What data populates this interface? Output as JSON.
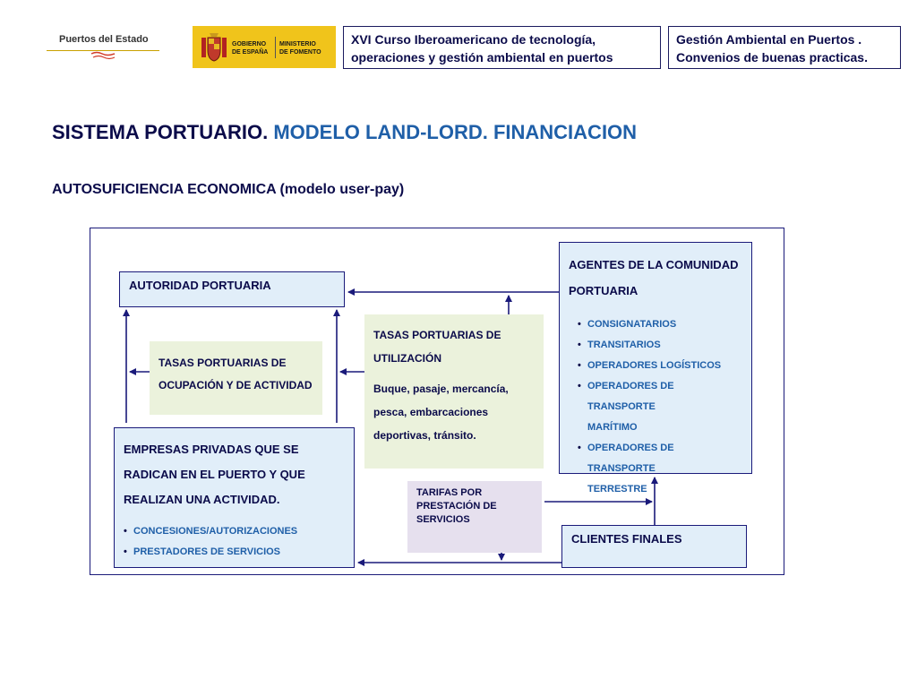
{
  "header": {
    "logo_puertos": "Puertos del Estado",
    "logo_gobierno_line1": "GOBIERNO",
    "logo_gobierno_line2": "DE ESPAÑA",
    "logo_ministerio_line1": "MINISTERIO",
    "logo_ministerio_line2": "DE FOMENTO",
    "box1_line1": "XVI Curso Iberoamericano de tecnología,",
    "box1_line2": "operaciones y gestión ambiental en puertos",
    "box2_line1": "Gestión Ambiental en Puertos .",
    "box2_line2": "Convenios de buenas practicas."
  },
  "title_part1": "SISTEMA PORTUARIO. ",
  "title_part2": "MODELO LAND-LORD. FINANCIACION",
  "subtitle": "AUTOSUFICIENCIA ECONOMICA (modelo user-pay)",
  "diagram": {
    "autoridad": "AUTORIDAD PORTUARIA",
    "agentes_line1": "AGENTES DE LA COMUNIDAD",
    "agentes_line2": "PORTUARIA",
    "agentes_items": [
      "CONSIGNATARIOS",
      "TRANSITARIOS",
      "OPERADORES LOGÍSTICOS",
      "OPERADORES DE TRANSPORTE",
      "MARÍTIMO",
      "OPERADORES DE TRANSPORTE",
      "TERRESTRE"
    ],
    "ocupacion_line1": "TASAS PORTUARIAS DE",
    "ocupacion_line2": "OCUPACIÓN Y DE ACTIVIDAD",
    "utilizacion_line1": "TASAS PORTUARIAS DE",
    "utilizacion_line2": "UTILIZACIÓN",
    "utilizacion_desc1": "Buque, pasaje, mercancía,",
    "utilizacion_desc2": "pesca, embarcaciones",
    "utilizacion_desc3": "deportivas, tránsito.",
    "empresas_line1": "EMPRESAS PRIVADAS QUE SE",
    "empresas_line2": "RADICAN EN EL PUERTO Y QUE",
    "empresas_line3": "REALIZAN UNA ACTIVIDAD.",
    "empresas_items": [
      "CONCESIONES/AUTORIZACIONES",
      "PRESTADORES DE SERVICIOS"
    ],
    "tarifas_line1": "TARIFAS POR",
    "tarifas_line2": "PRESTACIÓN DE",
    "tarifas_line3": "SERVICIOS",
    "clientes": "CLIENTES FINALES"
  },
  "colors": {
    "navy": "#0b0b4a",
    "accent_blue": "#1f5fa8",
    "box_blue": "#e1eef9",
    "box_green": "#ebf2dc",
    "box_purple": "#e6e0ee",
    "logo_yellow": "#f0c41b"
  }
}
